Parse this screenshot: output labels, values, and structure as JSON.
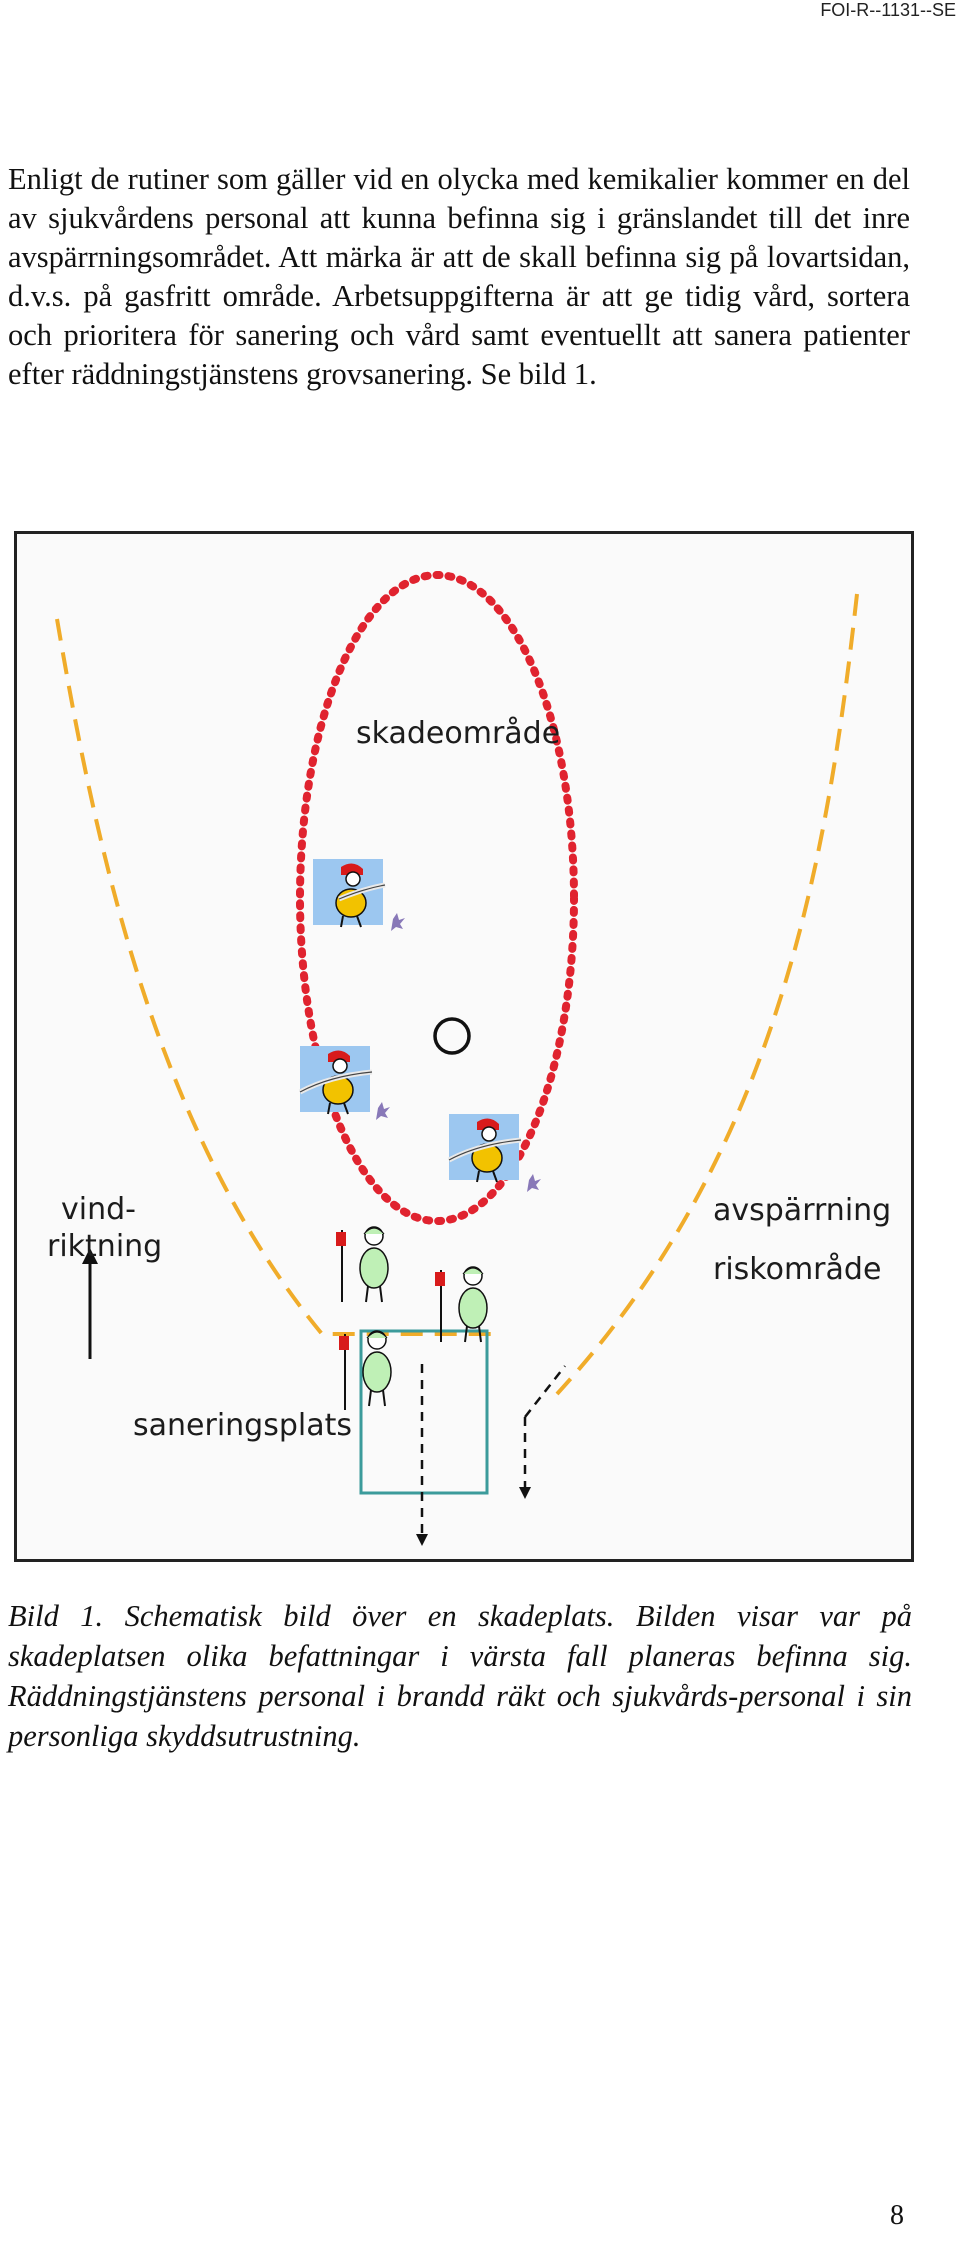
{
  "header": {
    "doc_id": "FOI-R--1131--SE"
  },
  "body": {
    "paragraph": "Enligt de rutiner som gäller vid en olycka med kemikalier kommer en del av sjukvårdens personal att kunna befinna sig i gränslandet till det inre avspärrningsområdet. Att märka är att de skall befinna sig på lovartsidan, d.v.s. på gasfritt område. Arbetsuppgifterna är att ge tidig vård, sortera och prioritera för sanering och vård samt eventuellt att sanera patienter efter räddningstjänstens grovsanering. Se bild 1."
  },
  "figure": {
    "labels": {
      "skadeomrade": "skadeområde",
      "vindriktning_1": "vind-",
      "vindriktning_2": "riktning",
      "avsparrning": "avspärrning",
      "riskomrade": "riskområde",
      "saneringsplats": "saneringsplats"
    },
    "colors": {
      "danger_zone": "#e0232f",
      "cordon": "#f0ac2a",
      "decon_area": "#3b9b9b",
      "firefighter_suit": "#f2c200",
      "firefighter_helmet": "#d81b1b",
      "medic_suit": "#bff0b6",
      "icon_backdrop": "#9cc7f0"
    },
    "icons": [
      "firefighter-icon",
      "medical-staff-icon",
      "wind-arrow-icon",
      "accident-source-icon"
    ]
  },
  "caption": {
    "text": "Bild 1. Schematisk bild över en skadeplats. Bilden visar var på skadeplatsen olika befattningar i värsta fall planeras befinna sig. Räddningstjänstens personal i brandd räkt och sjukvårds-personal i sin personliga skyddsutrustning."
  },
  "footer": {
    "page_number": "8"
  }
}
